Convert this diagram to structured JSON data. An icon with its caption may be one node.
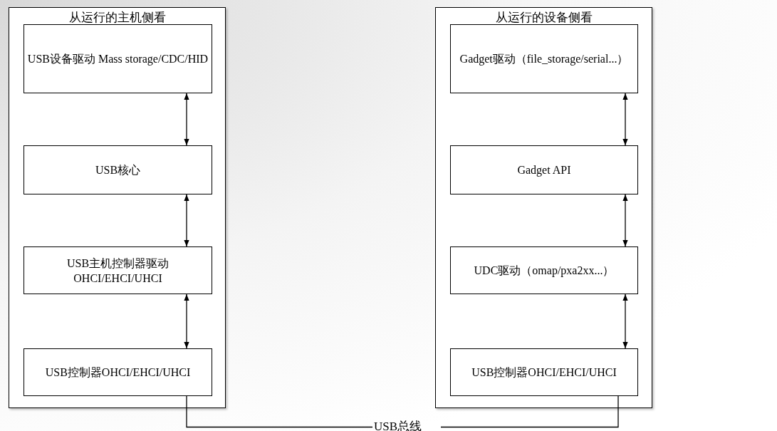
{
  "diagram": {
    "nodes": [
      {
        "text": [
          "从运行的主机侧看"
        ]
      },
      {
        "text": [
          "USB设备驱动 Mass storage/CDC/HID"
        ],
        "in": 0
      },
      {
        "text": [
          "USB核心"
        ],
        "in": 0
      },
      {
        "text": [
          "USB主机控制器驱动OHCI/EHCI/UHCI"
        ],
        "in": 0
      },
      {
        "text": [
          "USB控制器OHCI/EHCI/UHCI"
        ],
        "in": 0
      },
      {
        "text": [
          "从运行的设备侧看"
        ]
      },
      {
        "text": [
          "Gadget驱动（file_storage/serial...）"
        ],
        "in": 5
      },
      {
        "text": [
          "Gadget API"
        ],
        "in": 5
      },
      {
        "text": [
          "UDC驱动（omap/pxa2xx...）"
        ],
        "in": 5
      },
      {
        "text": [
          "USB控制器OHCI/EHCI/UHCI"
        ],
        "in": 5
      },
      {
        "text": [
          "USB总线"
        ]
      }
    ],
    "edges": [
      {
        "from": 1,
        "to": 2,
        "arrow": "both"
      },
      {
        "from": 2,
        "to": 3,
        "arrow": "both"
      },
      {
        "from": 3,
        "to": 4,
        "arrow": "both"
      },
      {
        "from": 6,
        "to": 7,
        "arrow": "both"
      },
      {
        "from": 7,
        "to": 8,
        "arrow": "both"
      },
      {
        "from": 8,
        "to": 9,
        "arrow": "both"
      },
      {
        "from": 4,
        "to": 10,
        "arrow": "none"
      },
      {
        "from": 9,
        "to": 10,
        "arrow": "none"
      }
    ]
  }
}
